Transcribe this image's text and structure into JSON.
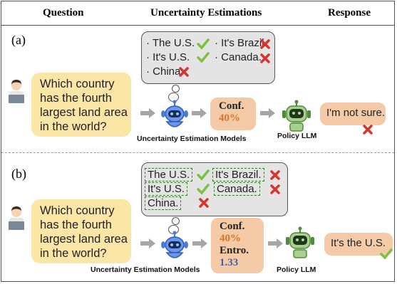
{
  "headers": {
    "question": "Question",
    "uncertainty": "Uncertainty Estimations",
    "response": "Response"
  },
  "panel_a": {
    "label": "(a)",
    "question": [
      "Which country",
      "has the fourth",
      "largest land area",
      "in the world?"
    ],
    "options": [
      "· The U.S.",
      "· It's U.S.",
      "· China.",
      "· It's Brazil.",
      "· Canada."
    ],
    "conf_title": "Conf.",
    "conf_value": "40%",
    "uem_caption": "Uncertainty Estimation Models",
    "policy_caption": "Policy LLM",
    "response": "I'm not sure."
  },
  "panel_b": {
    "label": "(b)",
    "question": [
      "Which country",
      "has the fourth",
      "largest land area",
      "in the world?"
    ],
    "options": [
      "The U.S.",
      "It's U.S.",
      "China.",
      "It's Brazil.",
      "Canada."
    ],
    "conf_title": "Conf.",
    "conf_value": "40%",
    "entro_title": "Entro.",
    "entro_value": "1.33",
    "uem_caption": "Uncertainty Estimation Models",
    "policy_caption": "Policy LLM",
    "response": "It's the U.S."
  },
  "colors": {
    "check": "#7cc242",
    "cross": "#d9342b",
    "bubble": "#fbe6a5",
    "conf_box": "#f5cba7",
    "conf_value": "#d5762a",
    "entro_value": "#4a5fa0",
    "robot_green": "#4e8b3a",
    "robot_blue": "#4c7bd9"
  },
  "icons": [
    "person-laptop-icon",
    "check-icon",
    "cross-icon",
    "blue-robot-icon",
    "green-robot-icon",
    "arrow-icon"
  ]
}
